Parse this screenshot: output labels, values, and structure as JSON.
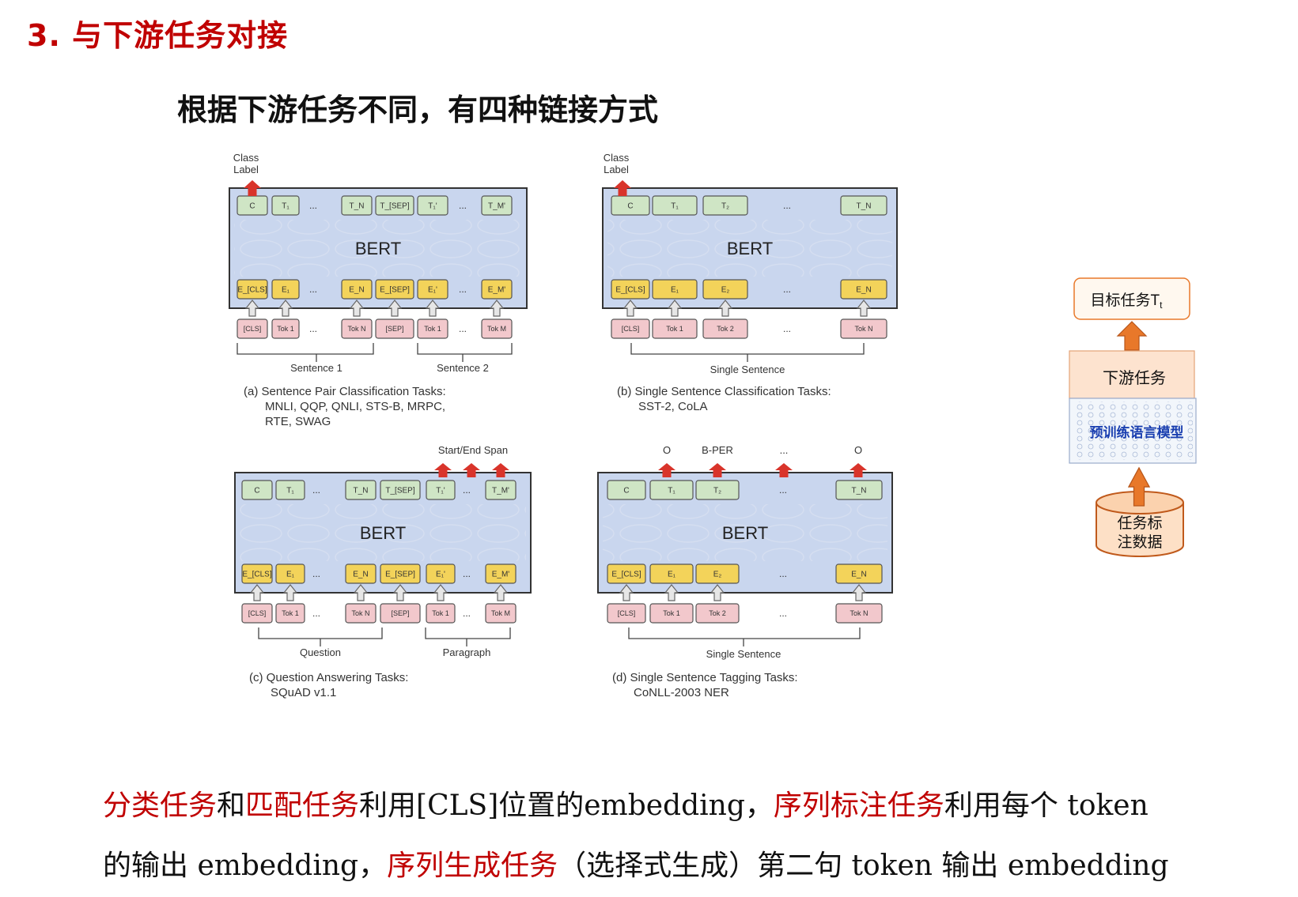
{
  "slide": {
    "title": "3. 与下游任务对接",
    "subtitle": "根据下游任务不同，有四种链接方式"
  },
  "panels": [
    {
      "id": "a",
      "model": "BERT",
      "top_label": "Class\nLabel",
      "out_tokens": [
        "C",
        "T₁",
        "...",
        "T_N",
        "T_[SEP]",
        "T₁'",
        "...",
        "T_M'"
      ],
      "emb_tokens": [
        "E_[CLS]",
        "E₁",
        "...",
        "E_N",
        "E_[SEP]",
        "E₁'",
        "...",
        "E_M'"
      ],
      "in_tokens": [
        "[CLS]",
        "Tok 1",
        "...",
        "Tok N",
        "[SEP]",
        "Tok 1",
        "...",
        "Tok M"
      ],
      "groups": [
        "Sentence 1",
        "Sentence 2"
      ],
      "caption": [
        "(a) Sentence Pair Classification Tasks:",
        "MNLI, QQP, QNLI, STS-B, MRPC,",
        "RTE, SWAG"
      ]
    },
    {
      "id": "b",
      "model": "BERT",
      "top_label": "Class\nLabel",
      "out_tokens": [
        "C",
        "T₁",
        "T₂",
        "...",
        "T_N"
      ],
      "emb_tokens": [
        "E_[CLS]",
        "E₁",
        "E₂",
        "...",
        "E_N"
      ],
      "in_tokens": [
        "[CLS]",
        "Tok 1",
        "Tok 2",
        "...",
        "Tok N"
      ],
      "groups": [
        "Single Sentence"
      ],
      "caption": [
        "(b) Single Sentence Classification Tasks:",
        "SST-2, CoLA"
      ]
    },
    {
      "id": "c",
      "model": "BERT",
      "top_label": "Start/End Span",
      "out_tokens": [
        "C",
        "T₁",
        "...",
        "T_N",
        "T_[SEP]",
        "T₁'",
        "...",
        "T_M'"
      ],
      "emb_tokens": [
        "E_[CLS]",
        "E₁",
        "...",
        "E_N",
        "E_[SEP]",
        "E₁'",
        "...",
        "E_M'"
      ],
      "in_tokens": [
        "[CLS]",
        "Tok 1",
        "...",
        "Tok N",
        "[SEP]",
        "Tok 1",
        "...",
        "Tok M"
      ],
      "groups": [
        "Question",
        "Paragraph"
      ],
      "caption": [
        "(c) Question Answering Tasks:",
        "SQuAD v1.1"
      ]
    },
    {
      "id": "d",
      "model": "BERT",
      "top_labels": [
        "O",
        "B-PER",
        "...",
        "O"
      ],
      "out_tokens": [
        "C",
        "T₁",
        "T₂",
        "...",
        "T_N"
      ],
      "emb_tokens": [
        "E_[CLS]",
        "E₁",
        "E₂",
        "...",
        "E_N"
      ],
      "in_tokens": [
        "[CLS]",
        "Tok 1",
        "Tok 2",
        "...",
        "Tok N"
      ],
      "groups": [
        "Single Sentence"
      ],
      "caption": [
        "(d) Single Sentence Tagging Tasks:",
        "CoNLL-2003 NER"
      ]
    }
  ],
  "side_diagram": {
    "target": "目标任务T",
    "target_sub": "t",
    "downstream": "下游任务",
    "pretrained": "预训练语言模型",
    "data_line1": "任务标",
    "data_line2": "注数据"
  },
  "footer": {
    "l1_a": "分类任务",
    "l1_b": "和",
    "l1_c": "匹配任务",
    "l1_d": "利用[CLS]位置的embedding，",
    "l1_e": "序列标注任务",
    "l1_f": "利用每个 token",
    "l2_a": "的输出 embedding，",
    "l2_b": "序列生成任务",
    "l2_c": "（选择式生成）第二句 token 输出 embedding"
  },
  "colors": {
    "title_red": "#c00000",
    "bert_bg": "#c9d6ee",
    "out_token": "#cfe5c5",
    "emb_token": "#f3d35a",
    "in_token": "#f2c8cc",
    "arrow_red": "#d9342b",
    "orange": "#e8782a"
  }
}
